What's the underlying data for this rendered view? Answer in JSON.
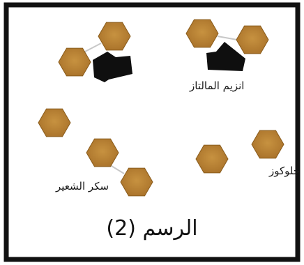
{
  "labels": {
    "enzyme": "انزيم المالتاز",
    "maltose": "سكر الشعير",
    "glucose": "جلوكوز"
  },
  "caption": "الرسم (2)",
  "icons": [
    "hexagon-molecule-icon",
    "enzyme-shape-icon"
  ],
  "colors": {
    "hexagon_fill": "#b8832e",
    "hexagon_edge": "#8a5c1c",
    "enzyme_fill": "#0f0f0f",
    "border": "#111111",
    "bond": "#c8c8c8"
  }
}
